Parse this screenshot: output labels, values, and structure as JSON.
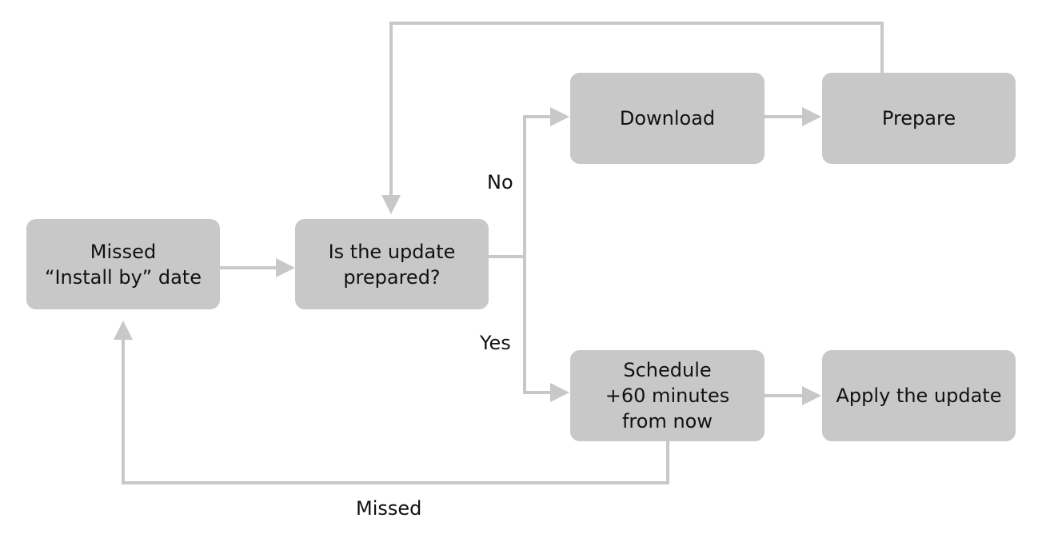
{
  "colors": {
    "box_fill": "#c8c8c8",
    "connector": "#c8c8c8",
    "text": "#111111",
    "background": "#ffffff"
  },
  "nodes": {
    "missed_install": {
      "line1": "Missed",
      "line2": "“Install by” date"
    },
    "is_prepared": {
      "line1": "Is the update",
      "line2": "prepared?"
    },
    "download": {
      "label": "Download"
    },
    "prepare": {
      "label": "Prepare"
    },
    "schedule": {
      "line1": "Schedule",
      "line2": "+60 minutes",
      "line3": "from now"
    },
    "apply": {
      "label": "Apply the update"
    }
  },
  "edge_labels": {
    "no": "No",
    "yes": "Yes",
    "missed": "Missed"
  }
}
